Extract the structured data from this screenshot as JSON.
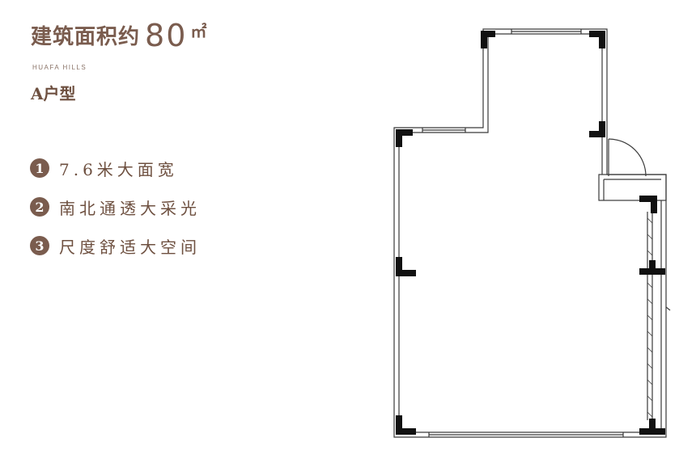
{
  "header": {
    "title_text": "建筑面积约",
    "area_value": "80",
    "area_unit": "㎡",
    "brand": "HUAFA HILLS",
    "unit_type": "A户型"
  },
  "features": [
    {
      "number": "1",
      "text": "7.6米大面宽"
    },
    {
      "number": "2",
      "text": "南北通透大采光"
    },
    {
      "number": "3",
      "text": "尺度舒适大空间"
    }
  ],
  "colors": {
    "accent": "#7a5c4e",
    "wall": "#111111",
    "outline": "#3a3a3a"
  }
}
